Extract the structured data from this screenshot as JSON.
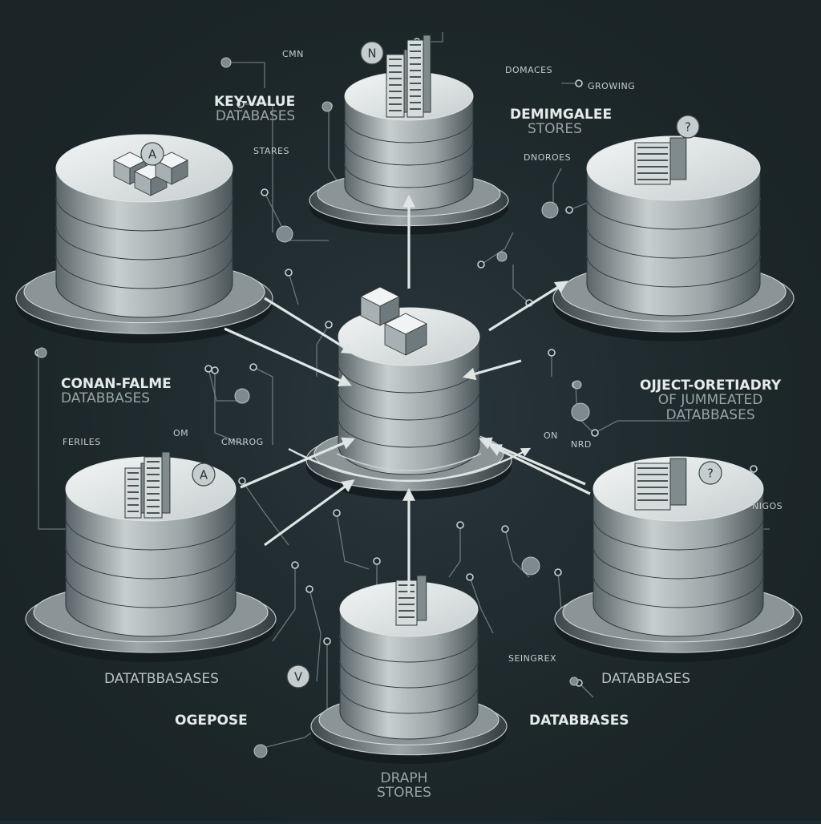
{
  "colors": {
    "background": "#1e2a31",
    "disk_light": "#e8ecec",
    "disk_mid": "#a9b1b2",
    "disk_dark": "#4c585c",
    "line": "#7d8a8e",
    "label_bright": "#e6eaea",
    "label_dim": "#9aa4a6"
  },
  "labels": {
    "key_value": {
      "line1": "KEY-VALUE",
      "line2": "DATABASES"
    },
    "doc_stores": {
      "line1": "DEMIMGALEE",
      "line2": "STORES"
    },
    "column": {
      "line1": "CONAN-FALME",
      "line2": "DATABBASES"
    },
    "object": {
      "line1": "OJJECT-ORETIADRY",
      "line2": "OF JUMMEATED",
      "line3": "DATABBASES"
    },
    "bottom_left": "DATATBBASASES",
    "bottom_right": "DATABBASES",
    "oge": "OGEPOSE",
    "databbases_center": "DATABBASES",
    "graph": {
      "line1": "DRAPH",
      "line2": "STORES"
    }
  },
  "small_labels": {
    "cmn": "CMN",
    "stares": "STARES",
    "domaces": "DOMACES",
    "growing": "GROWING",
    "dnoroes": "DNOROES",
    "feriles": "FERILES",
    "om": "OM",
    "cmrog": "CMRROG",
    "on": "ON",
    "nrd": "NRD",
    "nigos": "NIGOS",
    "seingrex": "SEINGREX"
  },
  "icon_badges": {
    "top": "N",
    "left": "A",
    "right_top": "?",
    "left_low": "A",
    "right_low": "?",
    "bottom_left": "V"
  }
}
